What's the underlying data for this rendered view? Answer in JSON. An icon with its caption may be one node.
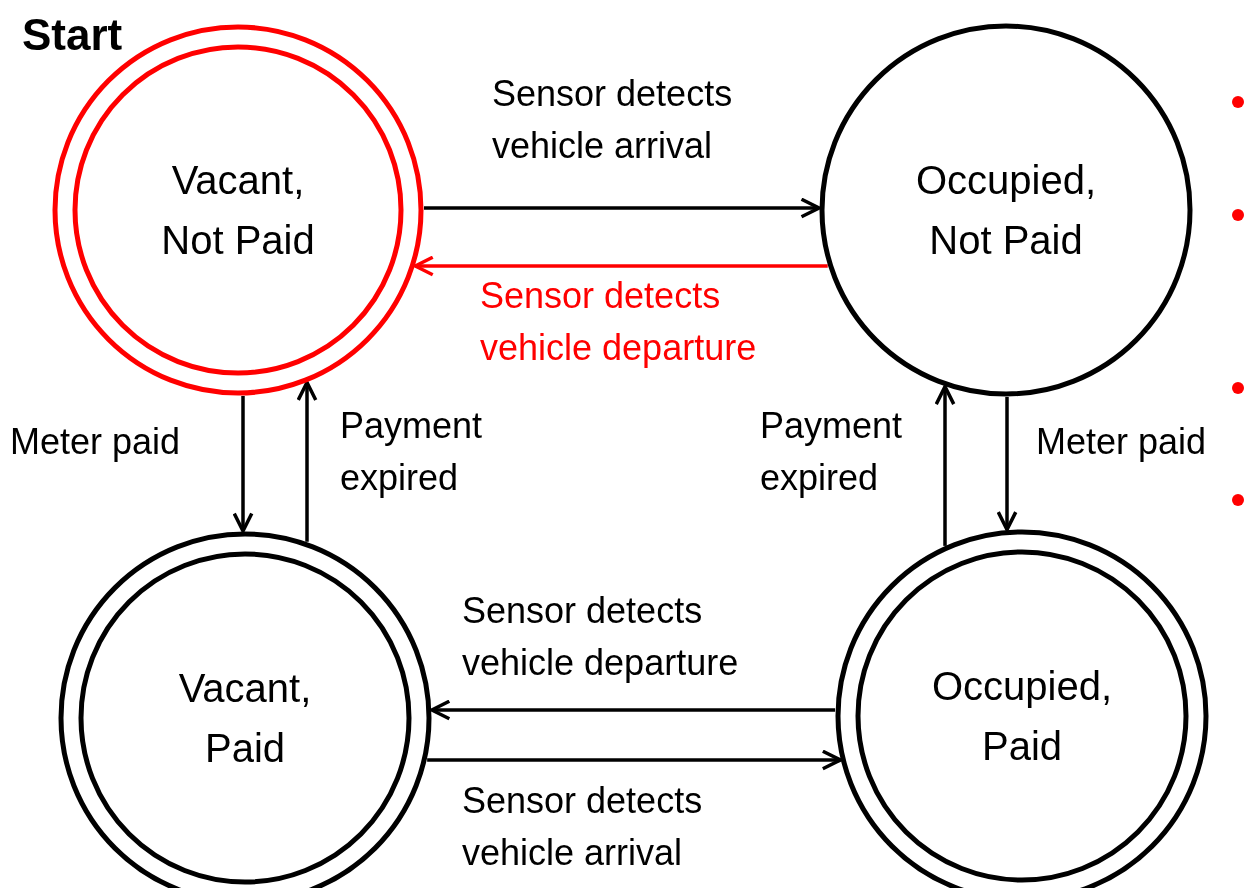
{
  "diagram": {
    "nodes": [
      {
        "text": [
          "Vacant, Not Paid"
        ],
        "beside": [
          "Start"
        ]
      },
      {
        "text": [
          "Occupied, Not Paid"
        ]
      },
      {
        "text": [
          "Vacant, Paid"
        ]
      },
      {
        "text": [
          "Occupied, Paid"
        ]
      }
    ],
    "edges": [
      {
        "from": 0,
        "to": 1,
        "arrow": "to",
        "label": "Sensor detects vehicle arrival"
      },
      {
        "from": 1,
        "to": 0,
        "arrow": "to",
        "label": "Sensor detects vehicle departure",
        "color": "#ff0000"
      },
      {
        "from": 0,
        "to": 2,
        "arrow": "to",
        "label": "Meter paid"
      },
      {
        "from": 2,
        "to": 0,
        "arrow": "to",
        "label": "Payment expired"
      },
      {
        "from": 1,
        "to": 3,
        "arrow": "to",
        "label": "Meter paid"
      },
      {
        "from": 3,
        "to": 1,
        "arrow": "to",
        "label": "Payment expired"
      },
      {
        "from": 3,
        "to": 2,
        "arrow": "to",
        "label": "Sensor detects vehicle departure"
      },
      {
        "from": 2,
        "to": 3,
        "arrow": "to",
        "label": "Sensor detects vehicle arrival"
      }
    ]
  }
}
